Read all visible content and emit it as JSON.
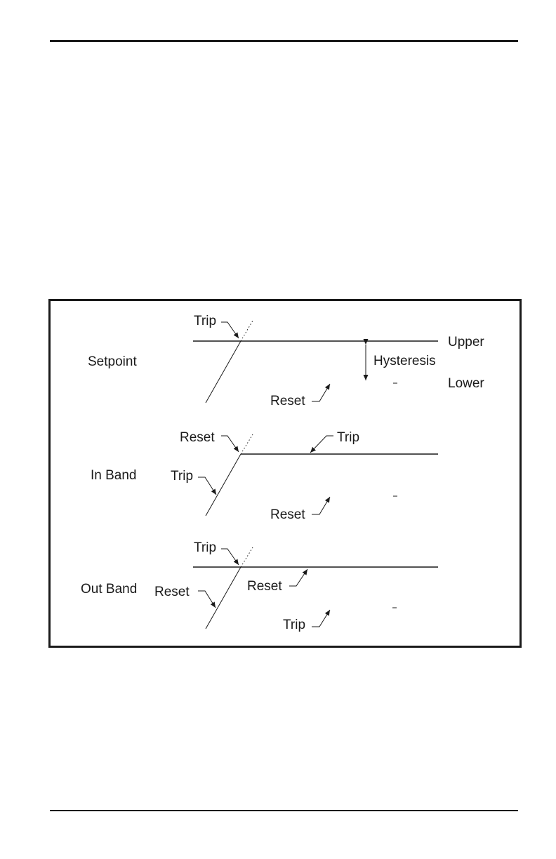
{
  "diagram": {
    "setpoint": {
      "title": "Setpoint",
      "trip_label": "Trip",
      "upper_label": "Upper",
      "lower_label": "Lower",
      "hysteresis_label": "Hysteresis",
      "reset_label": "Reset"
    },
    "in_band": {
      "title": "In Band",
      "reset_top_label": "Reset",
      "trip_right_label": "Trip",
      "trip_left_label": "Trip",
      "reset_bottom_label": "Reset"
    },
    "out_band": {
      "title": "Out Band",
      "trip_top_label": "Trip",
      "reset_left_label": "Reset",
      "reset_mid_label": "Reset",
      "trip_bottom_label": "Trip"
    }
  }
}
